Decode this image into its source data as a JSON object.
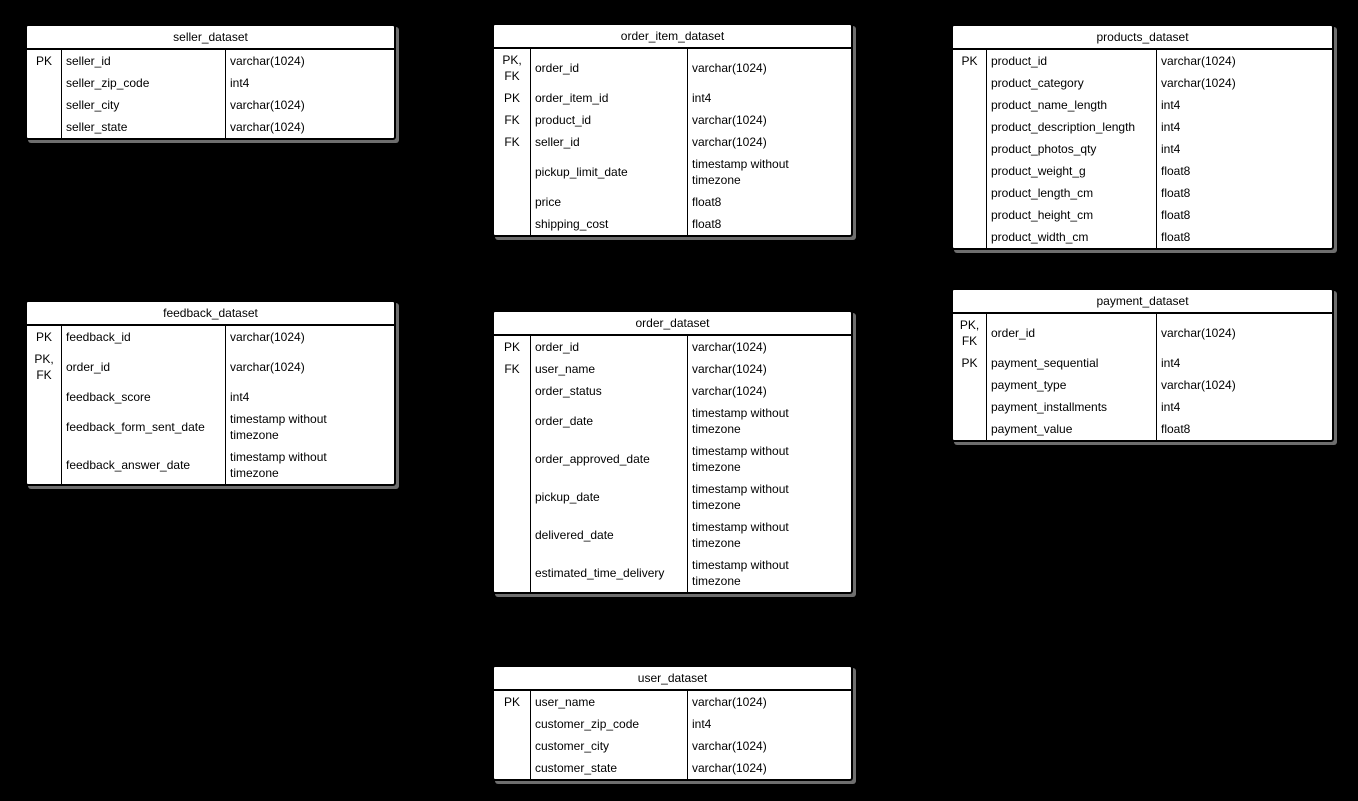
{
  "colors": {
    "canvas_background": "#000000",
    "table_fill": "#ffffff",
    "table_border": "#000000",
    "table_shadow": "#6e6e6e",
    "text": "#000000"
  },
  "tables": [
    {
      "title": "seller_dataset",
      "rows": [
        {
          "key": "PK",
          "name": "seller_id",
          "type": "varchar(1024)"
        },
        {
          "key": "",
          "name": "seller_zip_code",
          "type": "int4"
        },
        {
          "key": "",
          "name": "seller_city",
          "type": "varchar(1024)"
        },
        {
          "key": "",
          "name": "seller_state",
          "type": "varchar(1024)"
        }
      ]
    },
    {
      "title": "order_item_dataset",
      "rows": [
        {
          "key": "PK,\nFK",
          "name": "order_id",
          "type": "varchar(1024)"
        },
        {
          "key": "PK",
          "name": "order_item_id",
          "type": "int4"
        },
        {
          "key": "FK",
          "name": "product_id",
          "type": "varchar(1024)"
        },
        {
          "key": "FK",
          "name": "seller_id",
          "type": "varchar(1024)"
        },
        {
          "key": "",
          "name": "pickup_limit_date",
          "type": "timestamp without\ntimezone"
        },
        {
          "key": "",
          "name": "price",
          "type": "float8"
        },
        {
          "key": "",
          "name": "shipping_cost",
          "type": "float8"
        }
      ]
    },
    {
      "title": "products_dataset",
      "rows": [
        {
          "key": "PK",
          "name": "product_id",
          "type": "varchar(1024)"
        },
        {
          "key": "",
          "name": "product_category",
          "type": "varchar(1024)"
        },
        {
          "key": "",
          "name": "product_name_length",
          "type": "int4"
        },
        {
          "key": "",
          "name": "product_description_length",
          "type": "int4"
        },
        {
          "key": "",
          "name": "product_photos_qty",
          "type": "int4"
        },
        {
          "key": "",
          "name": "product_weight_g",
          "type": "float8"
        },
        {
          "key": "",
          "name": "product_length_cm",
          "type": "float8"
        },
        {
          "key": "",
          "name": "product_height_cm",
          "type": "float8"
        },
        {
          "key": "",
          "name": "product_width_cm",
          "type": "float8"
        }
      ]
    },
    {
      "title": "feedback_dataset",
      "rows": [
        {
          "key": "PK",
          "name": "feedback_id",
          "type": "varchar(1024)"
        },
        {
          "key": "PK,\nFK",
          "name": "order_id",
          "type": "varchar(1024)"
        },
        {
          "key": "",
          "name": "feedback_score",
          "type": "int4"
        },
        {
          "key": "",
          "name": "feedback_form_sent_date",
          "type": "timestamp without\ntimezone"
        },
        {
          "key": "",
          "name": "feedback_answer_date",
          "type": "timestamp without\ntimezone"
        }
      ]
    },
    {
      "title": "order_dataset",
      "rows": [
        {
          "key": "PK",
          "name": "order_id",
          "type": "varchar(1024)"
        },
        {
          "key": "FK",
          "name": "user_name",
          "type": "varchar(1024)"
        },
        {
          "key": "",
          "name": "order_status",
          "type": "varchar(1024)"
        },
        {
          "key": "",
          "name": "order_date",
          "type": "timestamp without\ntimezone"
        },
        {
          "key": "",
          "name": "order_approved_date",
          "type": "timestamp without\ntimezone"
        },
        {
          "key": "",
          "name": "pickup_date",
          "type": "timestamp without\ntimezone"
        },
        {
          "key": "",
          "name": "delivered_date",
          "type": "timestamp without\ntimezone"
        },
        {
          "key": "",
          "name": "estimated_time_delivery",
          "type": "timestamp without\ntimezone"
        }
      ]
    },
    {
      "title": "payment_dataset",
      "rows": [
        {
          "key": "PK,\nFK",
          "name": "order_id",
          "type": "varchar(1024)"
        },
        {
          "key": "PK",
          "name": "payment_sequential",
          "type": "int4"
        },
        {
          "key": "",
          "name": "payment_type",
          "type": "varchar(1024)"
        },
        {
          "key": "",
          "name": "payment_installments",
          "type": "int4"
        },
        {
          "key": "",
          "name": "payment_value",
          "type": "float8"
        }
      ]
    },
    {
      "title": "user_dataset",
      "rows": [
        {
          "key": "PK",
          "name": "user_name",
          "type": "varchar(1024)"
        },
        {
          "key": "",
          "name": "customer_zip_code",
          "type": "int4"
        },
        {
          "key": "",
          "name": "customer_city",
          "type": "varchar(1024)"
        },
        {
          "key": "",
          "name": "customer_state",
          "type": "varchar(1024)"
        }
      ]
    }
  ]
}
